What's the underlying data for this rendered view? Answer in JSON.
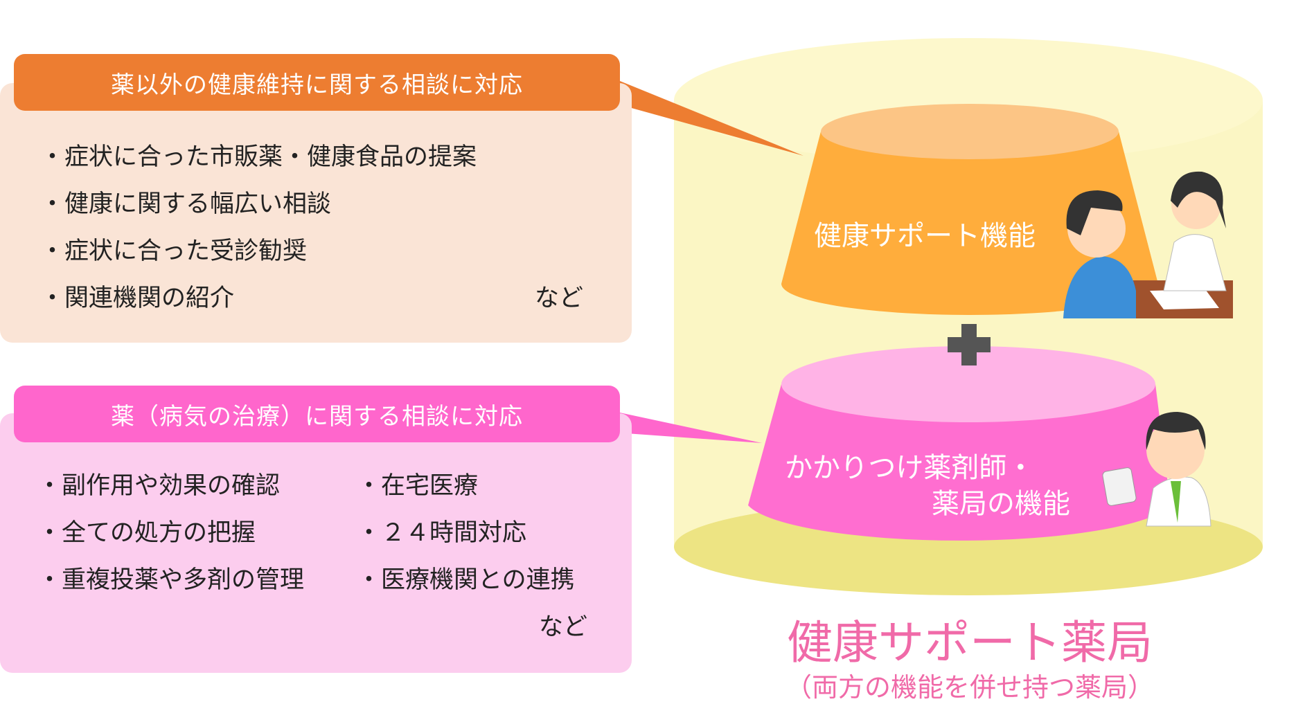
{
  "top_box": {
    "header": "薬以外の健康維持に関する相談に対応",
    "items": [
      "症状に合った市販薬・健康食品の提案",
      "健康に関する幅広い相談",
      "症状に合った受診勧奨",
      "関連機関の紹介"
    ],
    "etc": "など"
  },
  "bottom_box": {
    "header": "薬（病気の治療）に関する相談に対応",
    "items_left": [
      "副作用や効果の確認",
      "全ての処方の把握",
      "重複投薬や多剤の管理"
    ],
    "items_right": [
      "在宅医療",
      "２４時間対応",
      "医療機関との連携"
    ],
    "etc": "など"
  },
  "diagram": {
    "upper_layer": "健康サポート機能",
    "lower_layer_line1": "かかりつけ薬剤師・",
    "lower_layer_line2": "薬局の機能",
    "plus": "+"
  },
  "title": "健康サポート薬局",
  "subtitle": "（両方の機能を併せ持つ薬局）",
  "colors": {
    "orange": "#ed7d31",
    "orange_bg": "#fae4d6",
    "pink": "#ff66cc",
    "pink_bg": "#fccdee",
    "cylinder": "#fbf6c4",
    "title": "#f06aa8"
  }
}
